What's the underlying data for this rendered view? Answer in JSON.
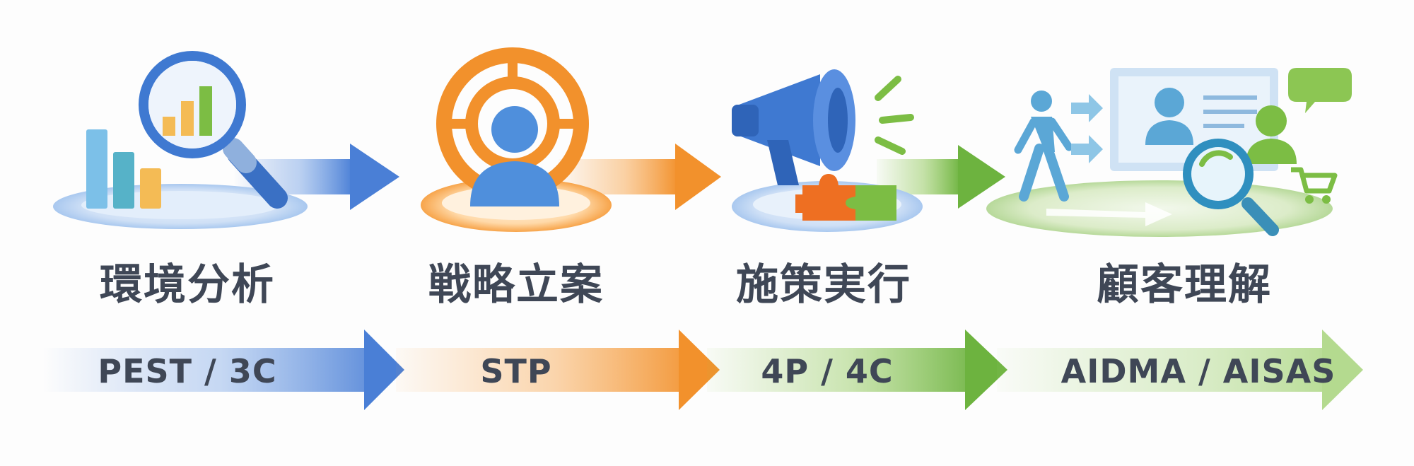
{
  "stages": [
    {
      "title": "環境分析",
      "framework": "PEST / 3C",
      "color": "#4a7fd6",
      "icon": "magnifier-bar-chart-icon"
    },
    {
      "title": "戦略立案",
      "framework": "STP",
      "color": "#f2912c",
      "icon": "target-person-icon"
    },
    {
      "title": "施策実行",
      "framework": "4P / 4C",
      "color": "#7cbd44",
      "icon": "megaphone-puzzle-icon"
    },
    {
      "title": "顧客理解",
      "framework": "AIDMA / AISAS",
      "color": "#8cc653",
      "icon": "customer-journey-icon"
    }
  ]
}
